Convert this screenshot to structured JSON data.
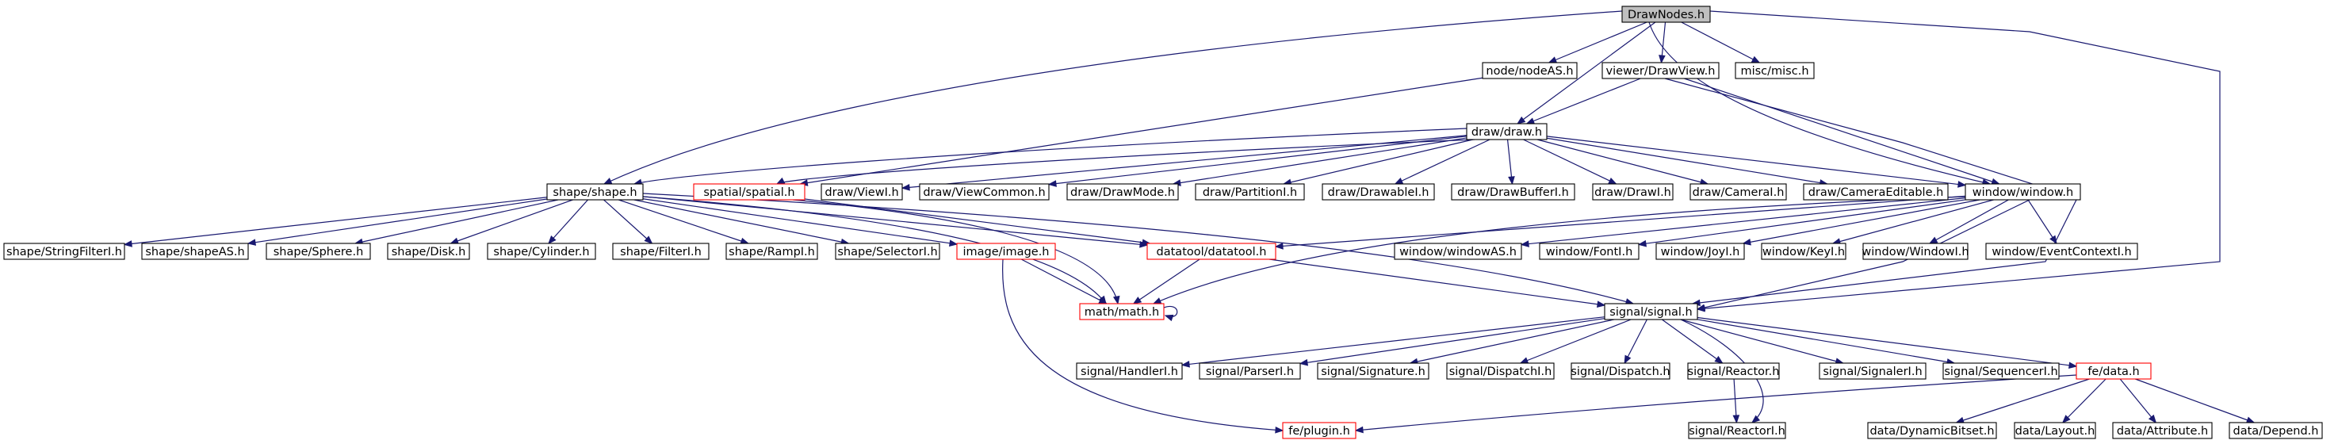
{
  "graph": {
    "colors": {
      "edge": "#191970",
      "node_border": "#000000",
      "truncated_border": "#ff0000",
      "root_fill": "#bfbfbf",
      "node_fill": "#ffffff"
    },
    "nodes": {
      "drawnodes": {
        "label": "DrawNodes.h",
        "kind": "root"
      },
      "nodeas": {
        "label": "node/nodeAS.h"
      },
      "drawview": {
        "label": "viewer/DrawView.h"
      },
      "misc": {
        "label": "misc/misc.h"
      },
      "draw": {
        "label": "draw/draw.h"
      },
      "shape": {
        "label": "shape/shape.h"
      },
      "spatial": {
        "label": "spatial/spatial.h",
        "kind": "truncated"
      },
      "viewi": {
        "label": "draw/ViewI.h"
      },
      "viewcommon": {
        "label": "draw/ViewCommon.h"
      },
      "drawmode": {
        "label": "draw/DrawMode.h"
      },
      "partitioni": {
        "label": "draw/PartitionI.h"
      },
      "drawablei": {
        "label": "draw/DrawableI.h"
      },
      "drawbufferi": {
        "label": "draw/DrawBufferI.h"
      },
      "drawi": {
        "label": "draw/DrawI.h"
      },
      "camerai": {
        "label": "draw/CameraI.h"
      },
      "cameraeditable": {
        "label": "draw/CameraEditable.h"
      },
      "window": {
        "label": "window/window.h"
      },
      "stringfilteri": {
        "label": "shape/StringFilterI.h"
      },
      "shapeas": {
        "label": "shape/shapeAS.h"
      },
      "sphere": {
        "label": "shape/Sphere.h"
      },
      "disk": {
        "label": "shape/Disk.h"
      },
      "cylinder": {
        "label": "shape/Cylinder.h"
      },
      "filteri": {
        "label": "shape/FilterI.h"
      },
      "rampi": {
        "label": "shape/RampI.h"
      },
      "selectori": {
        "label": "shape/SelectorI.h"
      },
      "image": {
        "label": "image/image.h",
        "kind": "truncated"
      },
      "datatool": {
        "label": "datatool/datatool.h",
        "kind": "truncated"
      },
      "windowas": {
        "label": "window/windowAS.h"
      },
      "fonti": {
        "label": "window/FontI.h"
      },
      "joyi": {
        "label": "window/JoyI.h"
      },
      "keyi": {
        "label": "window/KeyI.h"
      },
      "windowi": {
        "label": "window/WindowI.h"
      },
      "eventcontexti": {
        "label": "window/EventContextI.h"
      },
      "math": {
        "label": "math/math.h",
        "kind": "truncated"
      },
      "signal": {
        "label": "signal/signal.h"
      },
      "handleri": {
        "label": "signal/HandlerI.h"
      },
      "parseri": {
        "label": "signal/ParserI.h"
      },
      "signature": {
        "label": "signal/Signature.h"
      },
      "dispatchi": {
        "label": "signal/DispatchI.h"
      },
      "dispatch": {
        "label": "signal/Dispatch.h"
      },
      "reactor": {
        "label": "signal/Reactor.h"
      },
      "signaleri": {
        "label": "signal/SignalerI.h"
      },
      "sequenceri": {
        "label": "signal/SequencerI.h"
      },
      "fedata": {
        "label": "fe/data.h",
        "kind": "truncated"
      },
      "reactori": {
        "label": "signal/ReactorI.h"
      },
      "plugin": {
        "label": "fe/plugin.h",
        "kind": "truncated"
      },
      "dynamicbitset": {
        "label": "data/DynamicBitset.h"
      },
      "layout": {
        "label": "data/Layout.h"
      },
      "attribute": {
        "label": "data/Attribute.h"
      },
      "depend": {
        "label": "data/Depend.h"
      }
    },
    "edges": [
      [
        "drawnodes",
        "nodeas"
      ],
      [
        "drawnodes",
        "drawview"
      ],
      [
        "drawnodes",
        "misc"
      ],
      [
        "drawnodes",
        "draw"
      ],
      [
        "drawnodes",
        "shape"
      ],
      [
        "drawnodes",
        "window"
      ],
      [
        "drawnodes",
        "signal"
      ],
      [
        "nodeas",
        "spatial"
      ],
      [
        "drawview",
        "draw"
      ],
      [
        "drawview",
        "window"
      ],
      [
        "drawview",
        "signal"
      ],
      [
        "draw",
        "shape"
      ],
      [
        "draw",
        "spatial"
      ],
      [
        "draw",
        "viewi"
      ],
      [
        "draw",
        "viewcommon"
      ],
      [
        "draw",
        "drawmode"
      ],
      [
        "draw",
        "partitioni"
      ],
      [
        "draw",
        "drawablei"
      ],
      [
        "draw",
        "drawbufferi"
      ],
      [
        "draw",
        "drawi"
      ],
      [
        "draw",
        "camerai"
      ],
      [
        "draw",
        "cameraeditable"
      ],
      [
        "draw",
        "window"
      ],
      [
        "shape",
        "stringfilteri"
      ],
      [
        "shape",
        "shapeas"
      ],
      [
        "shape",
        "sphere"
      ],
      [
        "shape",
        "disk"
      ],
      [
        "shape",
        "cylinder"
      ],
      [
        "shape",
        "filteri"
      ],
      [
        "shape",
        "rampi"
      ],
      [
        "shape",
        "selectori"
      ],
      [
        "shape",
        "image"
      ],
      [
        "shape",
        "datatool"
      ],
      [
        "shape",
        "math"
      ],
      [
        "shape",
        "signal"
      ],
      [
        "spatial",
        "datatool"
      ],
      [
        "spatial",
        "math"
      ],
      [
        "window",
        "datatool"
      ],
      [
        "window",
        "windowas"
      ],
      [
        "window",
        "fonti"
      ],
      [
        "window",
        "joyi"
      ],
      [
        "window",
        "keyi"
      ],
      [
        "window",
        "windowi"
      ],
      [
        "window",
        "eventcontexti"
      ],
      [
        "window",
        "math"
      ],
      [
        "window",
        "signal"
      ],
      [
        "image",
        "math"
      ],
      [
        "image",
        "plugin"
      ],
      [
        "datatool",
        "math"
      ],
      [
        "datatool",
        "signal"
      ],
      [
        "math",
        "math"
      ],
      [
        "signal",
        "handleri"
      ],
      [
        "signal",
        "parseri"
      ],
      [
        "signal",
        "signature"
      ],
      [
        "signal",
        "dispatchi"
      ],
      [
        "signal",
        "dispatch"
      ],
      [
        "signal",
        "reactor"
      ],
      [
        "signal",
        "signaleri"
      ],
      [
        "signal",
        "sequenceri"
      ],
      [
        "signal",
        "fedata"
      ],
      [
        "signal",
        "reactori"
      ],
      [
        "reactor",
        "reactori"
      ],
      [
        "fedata",
        "plugin"
      ],
      [
        "fedata",
        "dynamicbitset"
      ],
      [
        "fedata",
        "layout"
      ],
      [
        "fedata",
        "attribute"
      ],
      [
        "fedata",
        "depend"
      ]
    ]
  }
}
